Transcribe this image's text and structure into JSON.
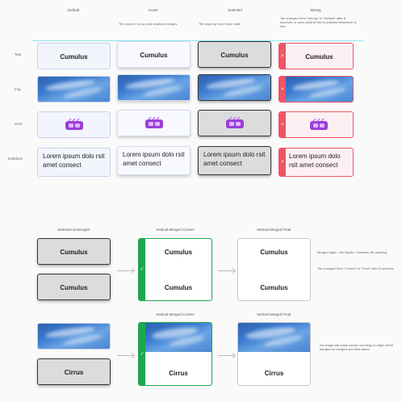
{
  "columns": {
    "default": "Default",
    "hover": "Hover",
    "selected": "Selected",
    "wrong": "Wrong"
  },
  "notes": {
    "hover": "Tile moves 2 px up and shadow changes",
    "selected": "Tile stays up from hover state",
    "wrong": "Tile changed from \"Wrong\" to \"Default\" after 8 seconds, or once another tile is selected whichever is first."
  },
  "rows": {
    "text": "Text",
    "img": "Img",
    "svg": "SVG",
    "textblock": "textblock"
  },
  "tile_text": "Cumulus",
  "tile_text_2": "Cirrus",
  "lorem": "Lorem ipsum dolo rsit amet consect",
  "wrong_mark": "×",
  "correct_mark": "✓",
  "merged": {
    "selected_unmerged": "Selected Unmerged",
    "vertical_merged_correct": "Vertical Merged Correct",
    "vertical_merged_final": "Vertical Merged Final",
    "note1": "Merged hight = tile hights + between tile padding",
    "note2": "Tile changed from \"Correct\" to \"Final\" after 8 seconds",
    "note3": "No image clip mask corner rounding on edge which merges for merged and final states"
  },
  "colors": {
    "wrong": "#ee5566",
    "correct": "#1da750",
    "guide": "#8fe6ea",
    "vr_icon": "#9b3fd8"
  },
  "icons": {
    "vr": "vr-headset-icon",
    "wrong": "x-icon",
    "correct": "check-icon",
    "arrow": "arrow-right-icon"
  }
}
